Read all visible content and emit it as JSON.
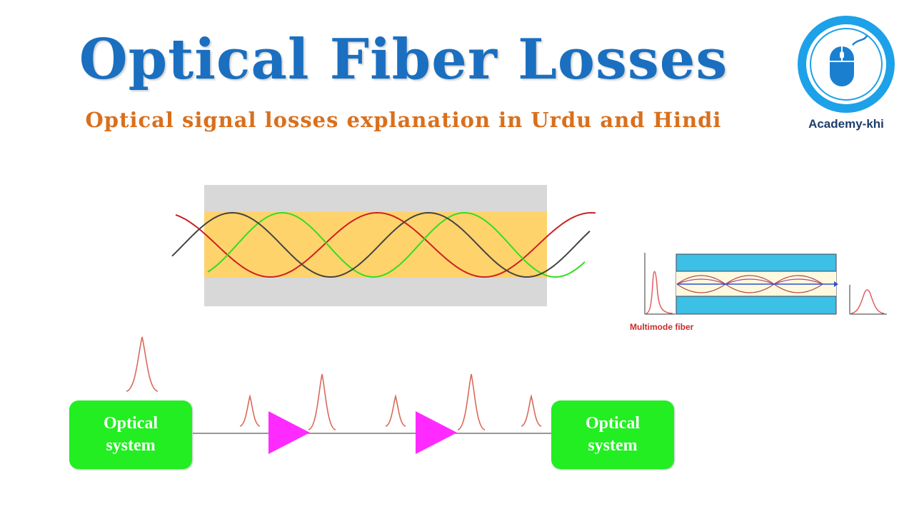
{
  "header": {
    "title": "Optical Fiber Losses",
    "subtitle": "Optical signal losses explanation in Urdu and Hindi"
  },
  "logo": {
    "label": "Academy-khi",
    "icon": "computer-mouse-icon",
    "ring_color": "#1da1e8",
    "mouse_color": "#1b7fd0"
  },
  "fiber_diagram": {
    "cladding_color": "#d8d8d8",
    "core_color": "#ffd36b",
    "ray_colors": [
      "#cc2222",
      "#33dd22",
      "#444444"
    ]
  },
  "multimode_inset": {
    "label": "Multimode fiber",
    "cladding_color": "#3cc0e6",
    "core_color": "#fff9e0",
    "pulse_color": "#e06060"
  },
  "link_diagram": {
    "source_label": "Optical\nsystem",
    "sink_label": "Optical\nsystem",
    "box_color": "#22ee22",
    "amplifier_color": "#ff2aff",
    "pulse_color": "#d96a5a"
  }
}
